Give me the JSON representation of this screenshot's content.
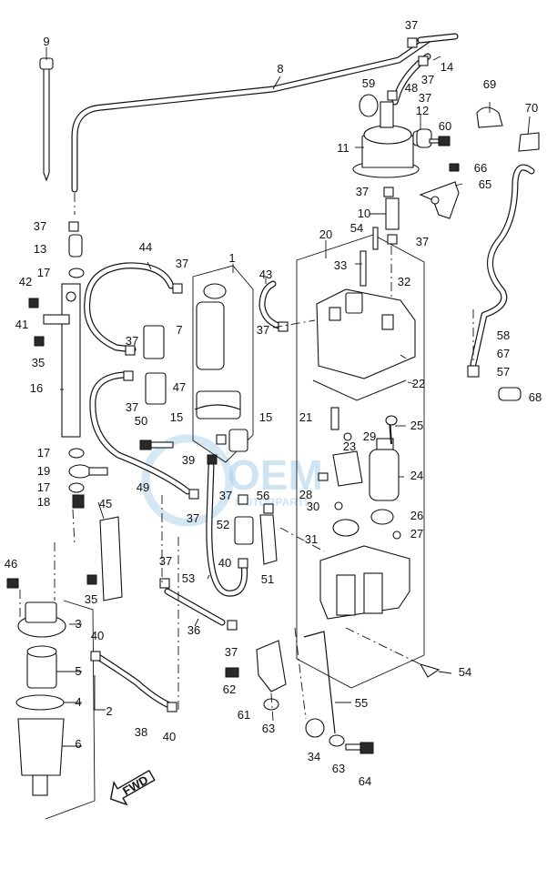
{
  "labels": {
    "l1": "1",
    "l2": "2",
    "l3": "3",
    "l4": "4",
    "l5": "5",
    "l6": "6",
    "l7": "7",
    "l8": "8",
    "l9": "9",
    "l10": "10",
    "l11": "11",
    "l12": "12",
    "l13": "13",
    "l14": "14",
    "l15": "15",
    "l16": "16",
    "l17": "17",
    "l18": "18",
    "l19": "19",
    "l20": "20",
    "l21": "21",
    "l22": "22",
    "l23": "23",
    "l24": "24",
    "l25": "25",
    "l26": "26",
    "l27": "27",
    "l28": "28",
    "l29": "29",
    "l30": "30",
    "l31": "31",
    "l32": "32",
    "l33": "33",
    "l34": "34",
    "l35": "35",
    "l36": "36",
    "l37": "37",
    "l38": "38",
    "l39": "39",
    "l40": "40",
    "l41": "41",
    "l42": "42",
    "l43": "43",
    "l44": "44",
    "l45": "45",
    "l46": "46",
    "l47": "47",
    "l48": "48",
    "l49": "49",
    "l50": "50",
    "l51": "51",
    "l52": "52",
    "l53": "53",
    "l54": "54",
    "l55": "55",
    "l56": "56",
    "l57": "57",
    "l58": "58",
    "l59": "59",
    "l60": "60",
    "l61": "61",
    "l62": "62",
    "l63": "63",
    "l64": "64",
    "l65": "65",
    "l66": "66",
    "l67": "67",
    "l68": "68",
    "l69": "69",
    "l70": "70"
  },
  "fwd_text": "FWD",
  "watermark": {
    "brand": "OEM",
    "sub": "MOTORPARTS"
  },
  "colors": {
    "line": "#111111",
    "watermark": "#a9cfe8"
  }
}
